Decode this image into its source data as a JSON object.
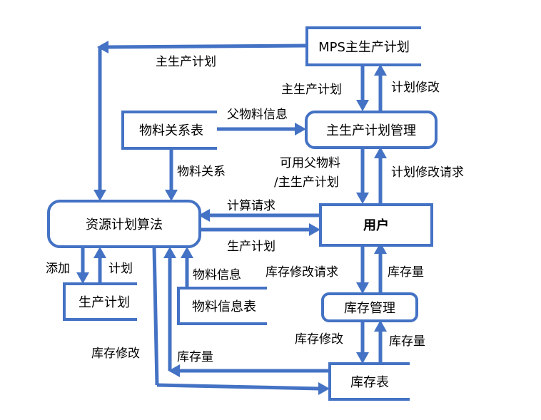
{
  "nodes": {
    "mps": "MPS主生产计划",
    "mps_mgmt": "主生产计划管理",
    "bom_table": "物料关系表",
    "algorithm": "资源计划算法",
    "user": "用户",
    "prod_plan": "生产计划",
    "item_table": "物料信息表",
    "inv_mgmt": "库存管理",
    "inv_table": "库存表"
  },
  "labels": {
    "mps_to_algo": "主生产计划",
    "mps_down": "主生产计划",
    "plan_modify": "计划修改",
    "parent_info": "父物料信息",
    "available_parent": "可用父物料",
    "mps_slash": "/主生产计划",
    "plan_modify_req": "计划修改请求",
    "bom_rel": "物料关系",
    "calc_req": "计算请求",
    "prod_plan_out": "生产计划",
    "add": "添加",
    "plan": "计划",
    "item_info": "物料信息",
    "inv_modify_req": "库存修改请求",
    "inv_qty_up": "库存量",
    "inv_modify_down": "库存修改",
    "inv_qty_up2": "库存量",
    "inv_modify_left": "库存修改",
    "inv_qty_left": "库存量"
  }
}
